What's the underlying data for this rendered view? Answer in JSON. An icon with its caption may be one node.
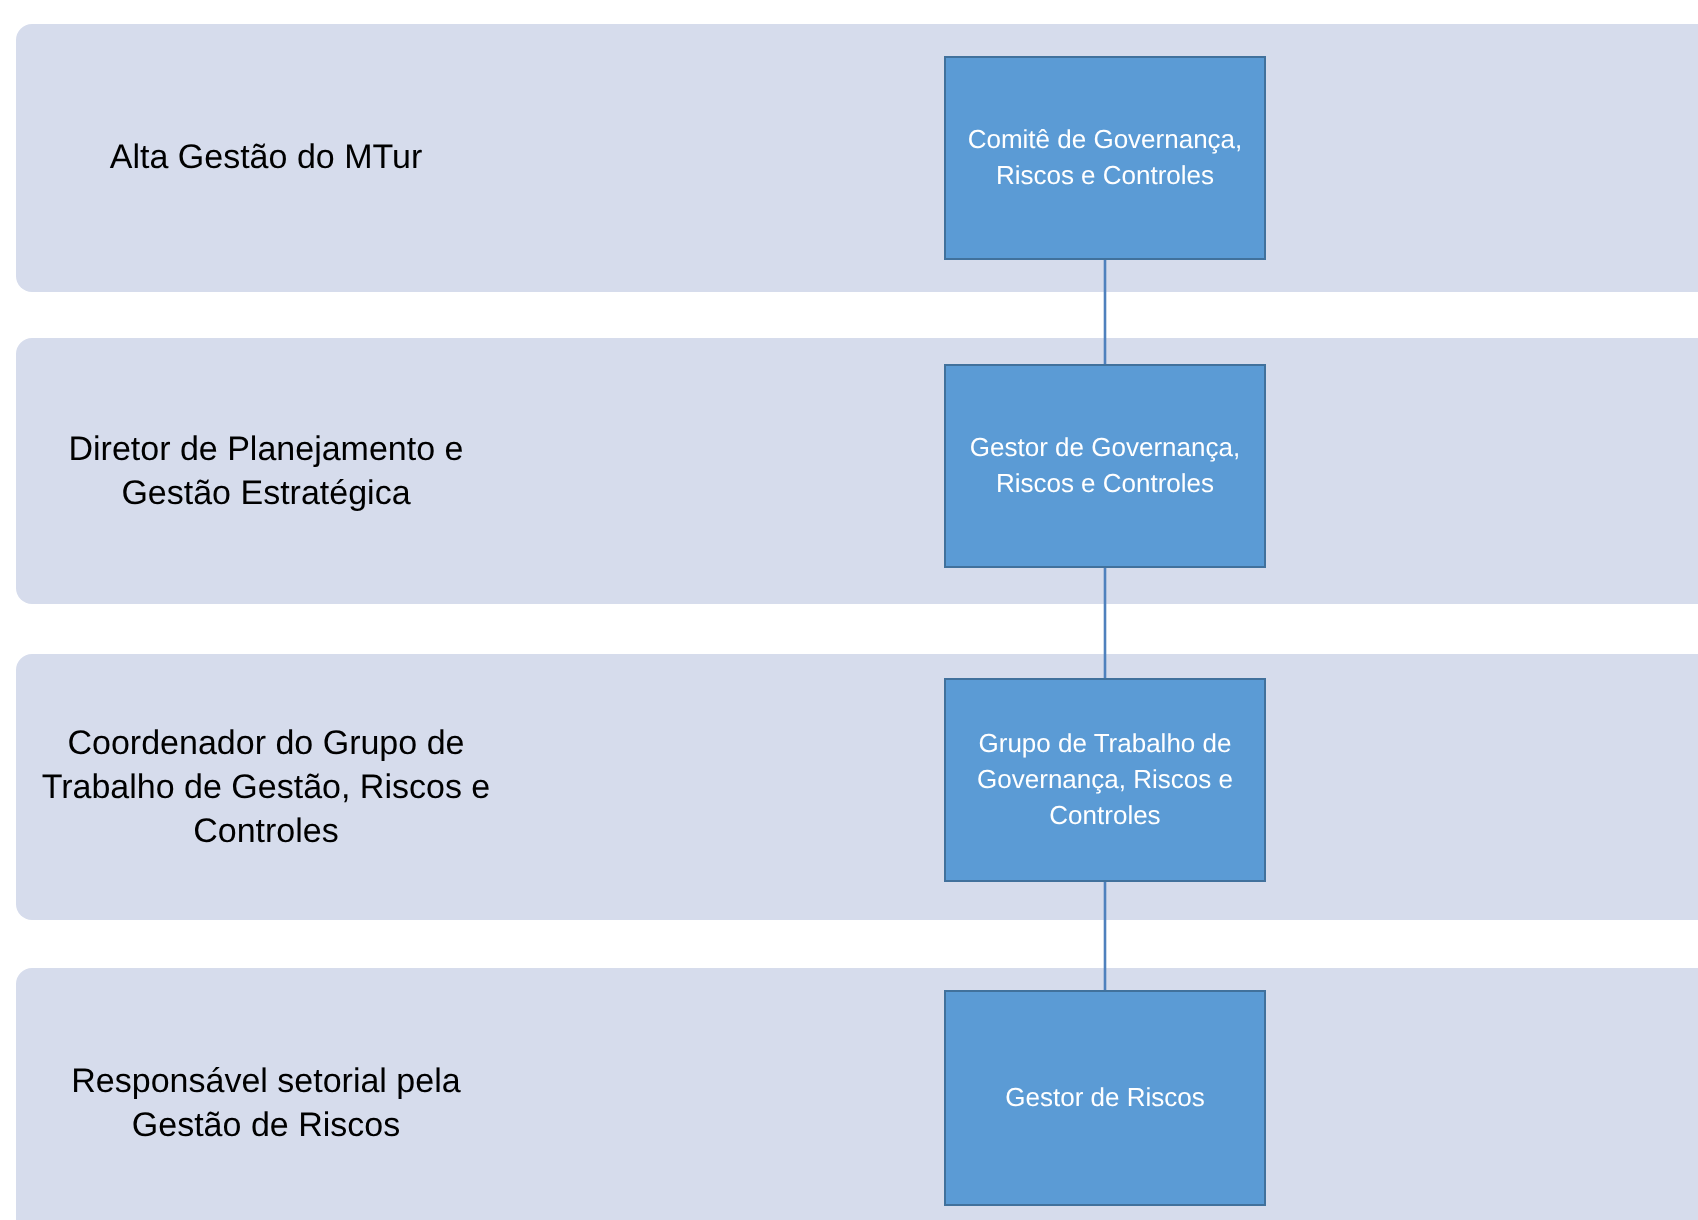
{
  "diagram": {
    "nodes": [
      {
        "text": [
          "Alta Gestão do MTur"
        ]
      },
      {
        "text": [
          "Comitê de Governança, Riscos e Controles"
        ],
        "in": 0
      },
      {
        "text": [
          "Diretor de Planejamento e Gestão Estratégica"
        ]
      },
      {
        "text": [
          "Gestor de Governança, Riscos e Controles"
        ],
        "in": 2
      },
      {
        "text": [
          "Coordenador do Grupo de Trabalho de Gestão, Riscos e Controles"
        ]
      },
      {
        "text": [
          "Grupo de Trabalho de Governança, Riscos e Controles"
        ],
        "in": 4
      },
      {
        "text": [
          "Responsável setorial pela Gestão de Riscos"
        ]
      },
      {
        "text": [
          "Gestor de Riscos"
        ],
        "in": 6
      }
    ],
    "edges": [
      {
        "from": 1,
        "to": 3,
        "arrow": "none"
      },
      {
        "from": 3,
        "to": 5,
        "arrow": "none"
      },
      {
        "from": 5,
        "to": 7,
        "arrow": "none"
      }
    ]
  }
}
